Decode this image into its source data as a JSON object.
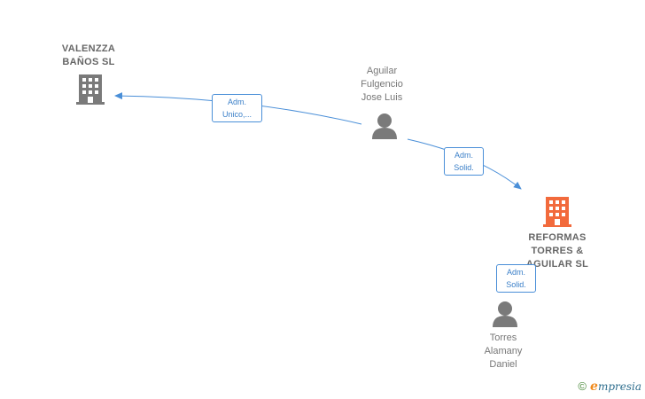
{
  "nodes": {
    "valenzza": {
      "label": "VALENZZA\nBAÑOS  SL",
      "icon": "building-icon",
      "color": "#7a7a7a"
    },
    "aguilar": {
      "label": "Aguilar\nFulgencio\nJose Luis",
      "icon": "person-icon",
      "color": "#7a7a7a"
    },
    "reformas": {
      "label": "REFORMAS\nTORRES &\nAGUILAR  SL",
      "icon": "building-icon",
      "color": "#f26a3c"
    },
    "torres": {
      "label": "Torres\nAlamany\nDaniel",
      "icon": "person-icon",
      "color": "#7a7a7a"
    }
  },
  "edges": {
    "aguilar_valenzza": "Adm.\nUnico,...",
    "aguilar_reformas": "Adm.\nSolid.",
    "torres_reformas": "Adm.\nSolid."
  },
  "colors": {
    "edge": "#4a8fd8"
  },
  "footer": {
    "copyright": "©",
    "brand_e": "e",
    "brand_rest": "mpresia"
  }
}
